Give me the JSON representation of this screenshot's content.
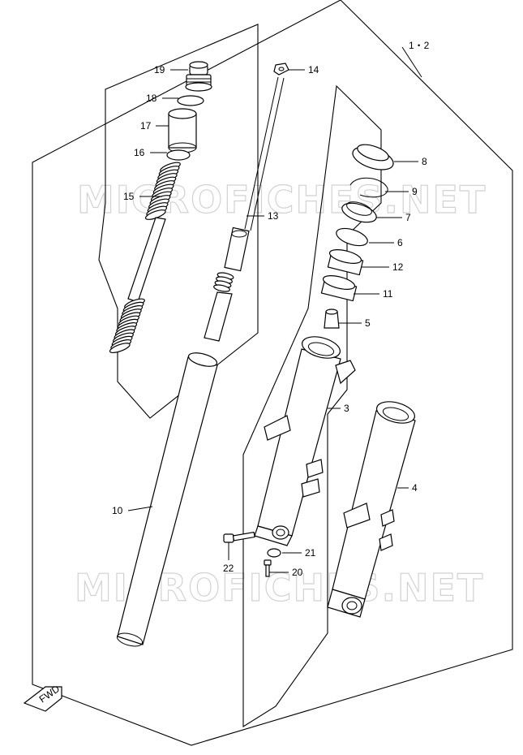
{
  "assembly_label": "1・2",
  "watermark": "MICROFICHES.NET",
  "fwd_label": "FWD",
  "callouts": {
    "c19": "19",
    "c18": "18",
    "c17": "17",
    "c16": "16",
    "c15": "15",
    "c14": "14",
    "c13": "13",
    "c10": "10",
    "c8": "8",
    "c9": "9",
    "c7": "7",
    "c6": "6",
    "c12": "12",
    "c11": "11",
    "c5": "5",
    "c3": "3",
    "c4": "4",
    "c21": "21",
    "c20": "20",
    "c22": "22"
  }
}
